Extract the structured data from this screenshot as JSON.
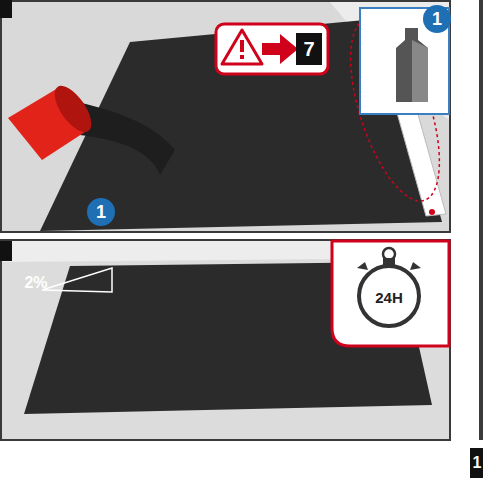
{
  "diagram": {
    "labels": [
      "7",
      "1",
      "1",
      "24H",
      "2%",
      "1"
    ]
  }
}
